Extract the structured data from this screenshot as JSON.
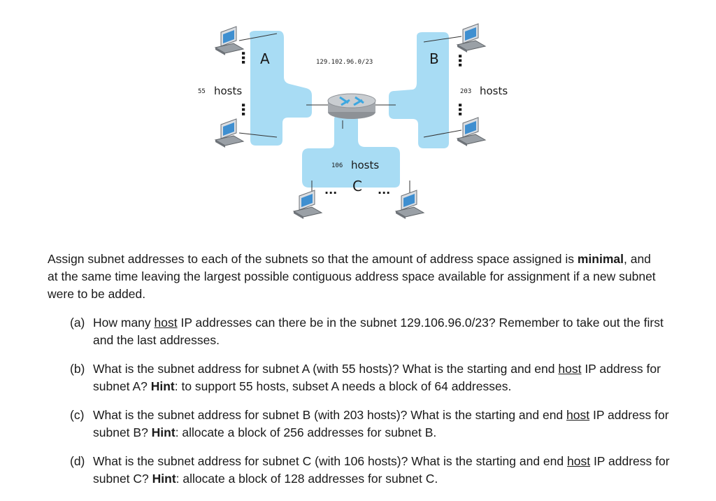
{
  "diagram": {
    "subnet_block": "129.102.96.0/23",
    "subnet_a": {
      "letter": "A",
      "count": "55",
      "word": "hosts"
    },
    "subnet_b": {
      "letter": "B",
      "count": "203",
      "word": "hosts"
    },
    "subnet_c": {
      "letter": "C",
      "count": "106",
      "word": "hosts"
    },
    "ellipsis": "...",
    "colors": {
      "subnet_fill": "#a8dcf4",
      "router": "#b8bcc0",
      "router_arrows": "#3da7e0"
    },
    "icons": [
      "computer-icon",
      "router-icon"
    ]
  },
  "intro": {
    "part1": "Assign subnet addresses to each of the subnets so that the amount of address space assigned is ",
    "bold": "minimal",
    "part2": ", and at the same time leaving the largest possible contiguous address space available for assignment if a new subnet were to be added."
  },
  "questions": [
    {
      "marker": "(a)",
      "t1": "How many ",
      "u": "host",
      "t2": " IP addresses can there be in the subnet 129.106.96.0/23? Remember to take out the first and the last addresses."
    },
    {
      "marker": "(b)",
      "t1": "What is the subnet address for subnet A (with 55 hosts)? What is the starting and end ",
      "u": "host",
      "t2": " IP address for subnet A? ",
      "hint": "Hint",
      "t3": ": to support 55 hosts, subset A needs a block of 64 addresses."
    },
    {
      "marker": "(c)",
      "t1": "What is the subnet address for subnet B (with 203 hosts)? What is the starting and end ",
      "u": "host",
      "t2": " IP address for subnet B? ",
      "hint": "Hint",
      "t3": ": allocate a block of 256 addresses for subnet B."
    },
    {
      "marker": "(d)",
      "t1": "What is the subnet address for subnet C (with 106 hosts)? What is the starting and end ",
      "u": "host",
      "t2": " IP address for subnet C? ",
      "hint": "Hint",
      "t3": ": allocate a block of 128 addresses for subnet C."
    }
  ]
}
